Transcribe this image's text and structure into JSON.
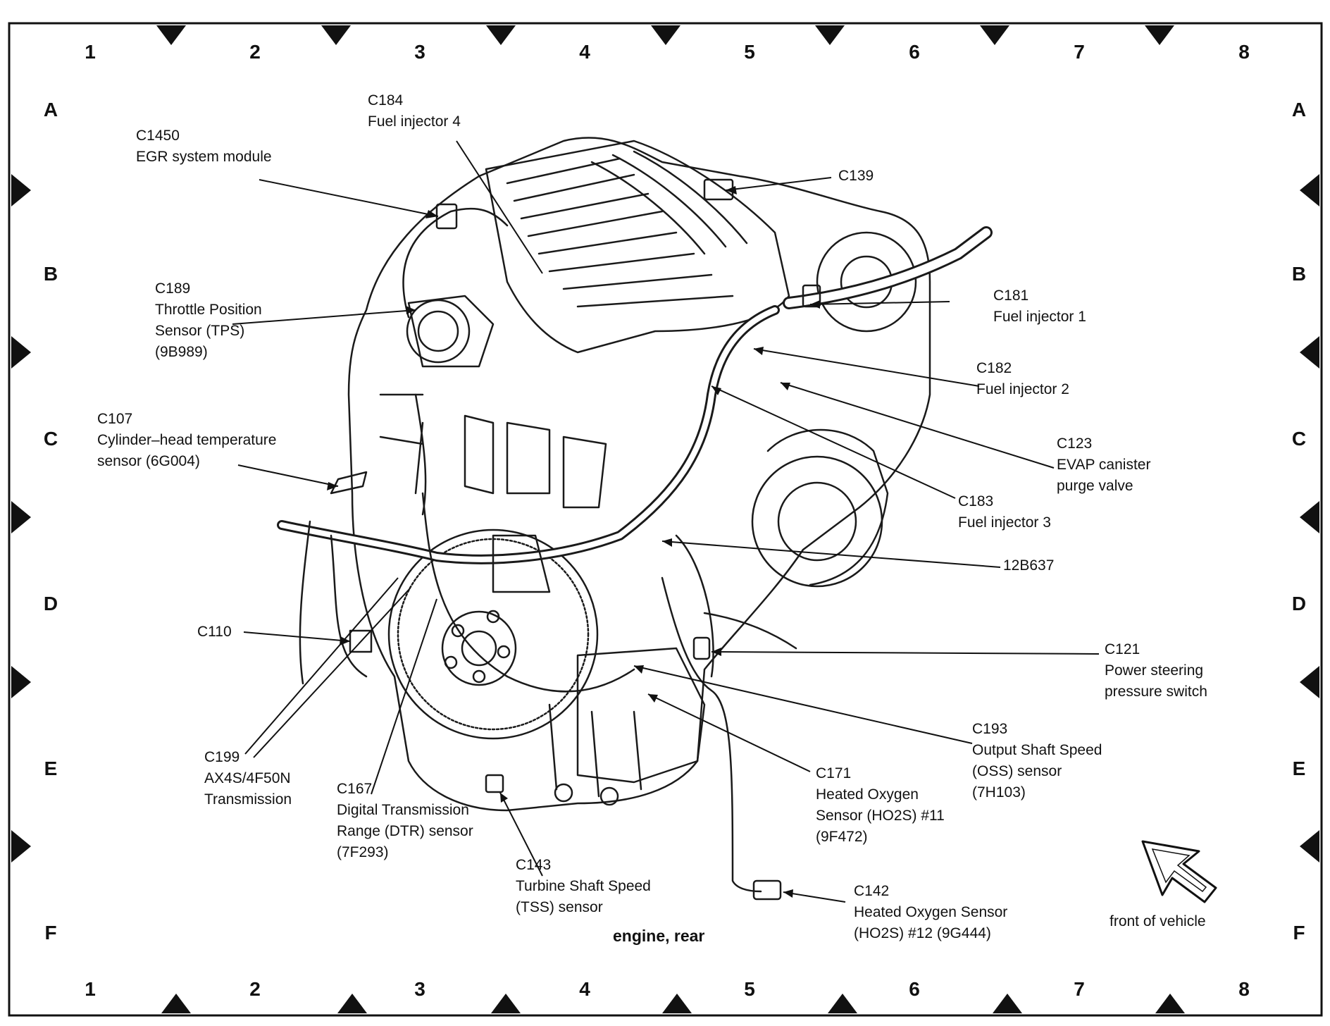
{
  "grid": {
    "columns": [
      "1",
      "2",
      "3",
      "4",
      "5",
      "6",
      "7",
      "8"
    ],
    "rows": [
      "A",
      "B",
      "C",
      "D",
      "E",
      "F"
    ]
  },
  "caption": "engine, rear",
  "orientation_label": "front of vehicle",
  "labels": {
    "c184": [
      "C184",
      "Fuel injector 4"
    ],
    "c1450": [
      "C1450",
      "EGR system module"
    ],
    "c139": [
      "C139"
    ],
    "c189": [
      "C189",
      "Throttle Position",
      "Sensor (TPS)",
      "(9B989)"
    ],
    "c181": [
      "C181",
      "Fuel injector 1"
    ],
    "c182": [
      "C182",
      "Fuel injector 2"
    ],
    "c107": [
      "C107",
      "Cylinder–head temperature",
      "sensor (6G004)"
    ],
    "c123": [
      "C123",
      "EVAP canister",
      "purge valve"
    ],
    "c183": [
      "C183",
      "Fuel injector 3"
    ],
    "b12b637": [
      "12B637"
    ],
    "c110": [
      "C110"
    ],
    "c121": [
      "C121",
      "Power steering",
      "pressure switch"
    ],
    "c193": [
      "C193",
      "Output Shaft Speed",
      "(OSS) sensor",
      "(7H103)"
    ],
    "c199": [
      "C199",
      "AX4S/4F50N",
      "Transmission"
    ],
    "c167": [
      "C167",
      "Digital Transmission",
      "Range (DTR) sensor",
      "(7F293)"
    ],
    "c171": [
      "C171",
      "Heated Oxygen",
      "Sensor (HO2S) #11",
      "(9F472)"
    ],
    "c143": [
      "C143",
      "Turbine Shaft Speed",
      "(TSS) sensor"
    ],
    "c142": [
      "C142",
      "Heated Oxygen Sensor",
      "(HO2S) #12 (9G444)"
    ]
  }
}
